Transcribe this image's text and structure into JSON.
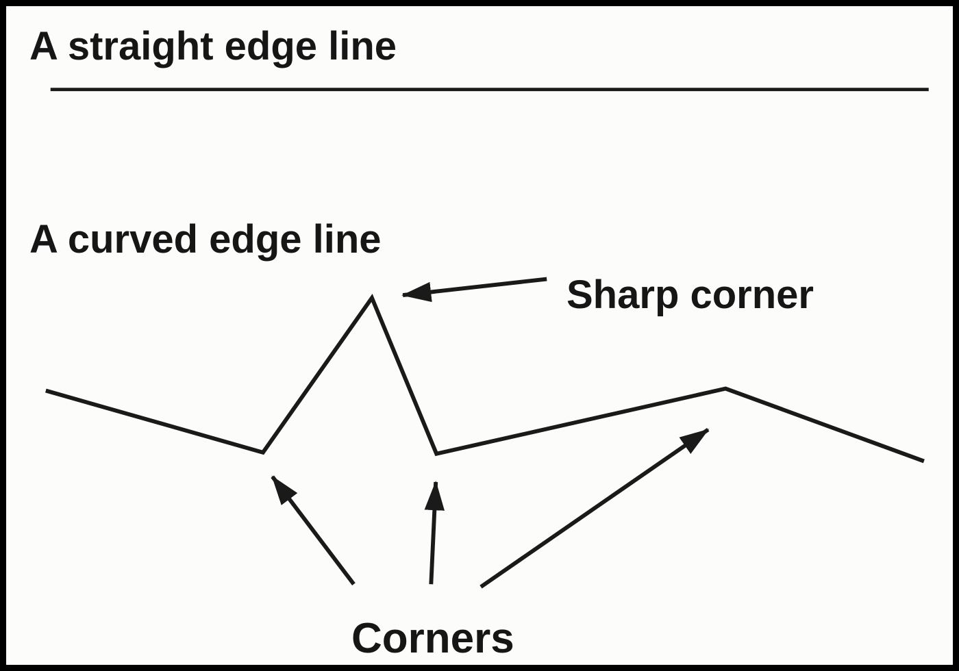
{
  "diagram": {
    "straight_edge_label": "A straight edge line",
    "curved_edge_label": "A curved edge line",
    "sharp_corner_label": "Sharp corner",
    "corners_label": "Corners"
  },
  "colors": {
    "background": "#fcfcfb",
    "border": "#000000",
    "line": "#1a1a1a",
    "text": "#161616"
  }
}
